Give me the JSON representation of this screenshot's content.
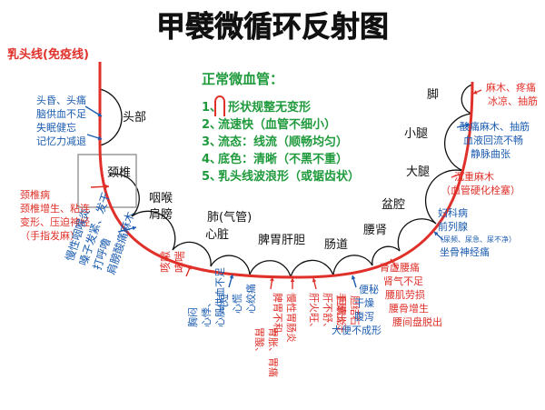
{
  "title": "甲襞微循环反射图",
  "colors": {
    "red": "#e0302a",
    "blue": "#1a5bb0",
    "green": "#1f9a3c",
    "black": "#111111",
    "rim_fill": "#ffffff"
  },
  "rim_label": "乳头线(免疫线)",
  "normal": {
    "heading": "正常微血管：",
    "items": [
      {
        "num": "1、",
        "icon": "capillary-loop-icon",
        "text": "形状规整无变形"
      },
      {
        "num": "2、",
        "text": "流速快（血管不细小）"
      },
      {
        "num": "3、",
        "text": "流态：线流（顺畅均匀）"
      },
      {
        "num": "4、",
        "text": "底色：清晰（不黑不重）"
      },
      {
        "num": "5、",
        "text": "乳头线波浪形（或锯齿状）"
      }
    ]
  },
  "regions": [
    {
      "id": "head",
      "label": "头部"
    },
    {
      "id": "neck",
      "label": "颈椎"
    },
    {
      "id": "throat",
      "label": "咽喉"
    },
    {
      "id": "shoulder",
      "label": "肩膀"
    },
    {
      "id": "lung",
      "label": "肺(气管)"
    },
    {
      "id": "heart",
      "label": "心脏"
    },
    {
      "id": "spleen",
      "label": "脾胃肝胆"
    },
    {
      "id": "intestine",
      "label": "肠道"
    },
    {
      "id": "waist",
      "label": "腰肾"
    },
    {
      "id": "pelvis",
      "label": "盆腔"
    },
    {
      "id": "thigh",
      "label": "大腿"
    },
    {
      "id": "calf",
      "label": "小腿"
    },
    {
      "id": "foot",
      "label": "脚"
    }
  ],
  "notes": {
    "head": [
      "头昏、头痛",
      "脑供血不足",
      "失眠健忘",
      "记忆力减退"
    ],
    "neck": [
      "颈椎病",
      "颈椎增生、粘连",
      "变形、压迫神经",
      "（手指发麻）"
    ],
    "throat": [
      "慢性咽喉炎",
      "嗓子发紧、发干",
      "打呼噜",
      "肩膀酸痛麻木"
    ],
    "lung": [
      "咳嗽",
      "哮喘"
    ],
    "heart_a": [
      "胸闷",
      "心悸、",
      "心肌供血不足"
    ],
    "heart_b": [
      "气短",
      "心慌",
      "心绞痛"
    ],
    "spleen_a": [
      "胃酸、",
      "胃胀、胃痛"
    ],
    "spleen_b": [
      "脾胃不和、",
      "慢性胃肠炎"
    ],
    "spleen_c": [
      "肝火旺、",
      "肝不舒、",
      "手脚出汗"
    ],
    "spleen_d": [
      "胆囊炎、",
      "胆结石"
    ],
    "intestine": [
      "便秘",
      "干燥",
      "腹泻",
      "大便不成形"
    ],
    "waist": [
      "肾虚腰痛",
      "肾气不足",
      "腰肌劳损",
      "腰骨增生",
      "腰间盘脱出"
    ],
    "pelvis": [
      "妇科病",
      "前列腺",
      "（尿频、尿急、尿不净）",
      "坐骨神经痛"
    ],
    "thigh": [
      "沉重麻木",
      "（血管硬化栓塞）"
    ],
    "calf": [
      "酸痛麻木、抽筋",
      "血液回流不畅",
      "静脉曲张"
    ],
    "foot": [
      "麻木、疼痛",
      "冰凉、抽筋"
    ]
  }
}
